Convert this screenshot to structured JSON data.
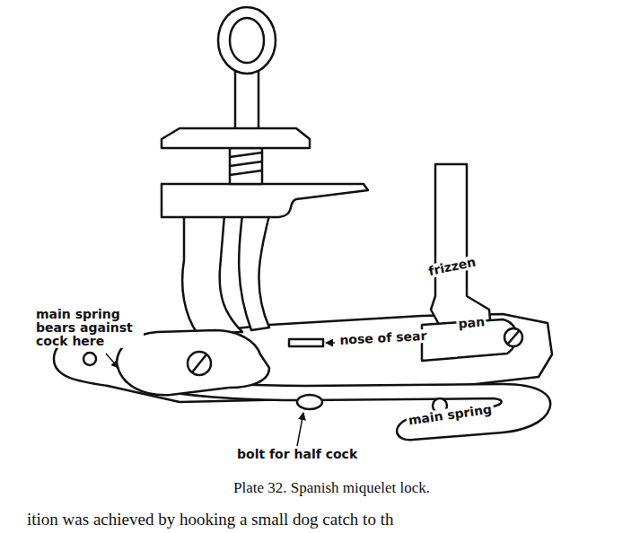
{
  "diagram": {
    "caption": "Plate 32. Spanish miquelet lock.",
    "labels": [
      "main spring bears against cock here",
      "frizzen",
      "pan",
      "nose of sear",
      "main spring",
      "bolt for half cock",
      "ition was achieved by hooking a small dog catch to th"
    ]
  }
}
